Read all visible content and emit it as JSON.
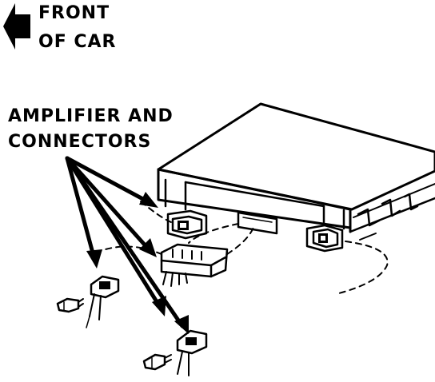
{
  "direction": {
    "line1": "FRONT",
    "line2": "OF CAR"
  },
  "callout": {
    "line1": "AMPLIFIER AND",
    "line2": "CONNECTORS"
  },
  "colors": {
    "ink": "#000000",
    "paper": "#ffffff"
  }
}
